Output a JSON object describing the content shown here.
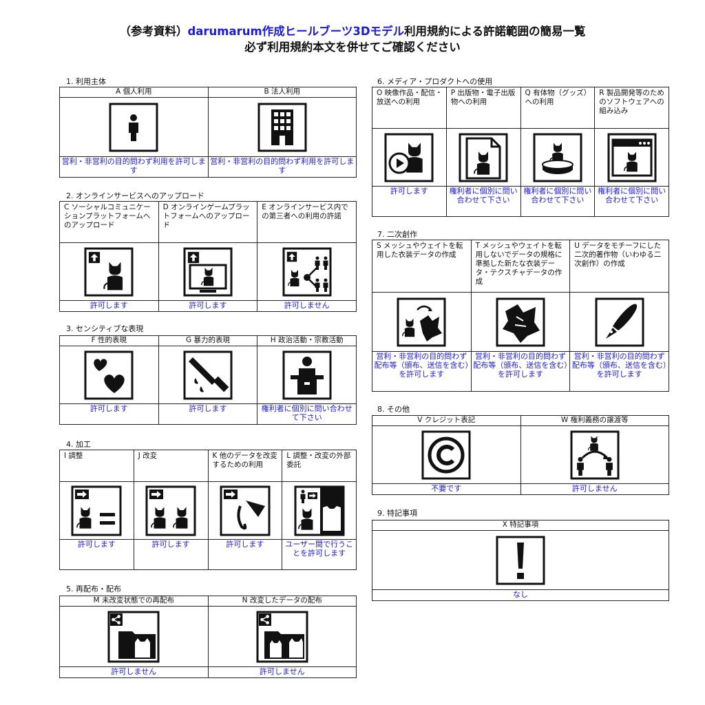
{
  "title": {
    "prefix": "（参考資料）",
    "highlight": "darumarum作成ヒールブーツ3Dモデル",
    "suffix": "利用規約による許諾範囲の簡易一覧",
    "line2": "必ず利用規約本文を併せてご確認ください"
  },
  "colors": {
    "result_text": "#1a1adf",
    "border": "#222222"
  },
  "sections": {
    "s1": {
      "title": "1. 利用主体",
      "items": [
        {
          "label": "A 個人利用",
          "icon": "person-icon",
          "result": "営利・非営利の目的問わず利用を許可します"
        },
        {
          "label": "B 法人利用",
          "icon": "building-icon",
          "result": "営利・非営利の目的問わず利用を許可します"
        }
      ]
    },
    "s2": {
      "title": "2. オンラインサービスへのアップロード",
      "items": [
        {
          "label": "C ソーシャルコミュニケーションプラットフォームへのアップロード",
          "icon": "upload-cat-icon",
          "result": "許可します"
        },
        {
          "label": "D オンラインゲームプラットフォームへのアップロード",
          "icon": "upload-monitor-icon",
          "result": "許可します"
        },
        {
          "label": "E オンラインサービス内での第三者への利用の許諾",
          "icon": "share-users-icon",
          "result": "許可しません"
        }
      ]
    },
    "s3": {
      "title": "3. センシティブな表現",
      "items": [
        {
          "label": "F 性的表現",
          "icon": "hearts-icon",
          "result": "許可します"
        },
        {
          "label": "G 暴力的表現",
          "icon": "knife-icon",
          "result": "許可します"
        },
        {
          "label": "H 政治活動・宗教活動",
          "icon": "podium-icon",
          "result": "権利者に個別に問い合わせて下さい"
        }
      ]
    },
    "s4": {
      "title": "4. 加工",
      "items": [
        {
          "label": "I 調整",
          "icon": "adjust-icon",
          "result": "許可します"
        },
        {
          "label": "J 改変",
          "icon": "modify-icon",
          "result": "許可します"
        },
        {
          "label": "K 他のデータを改変するための利用",
          "icon": "reuse-icon",
          "result": "許可します"
        },
        {
          "label": "L 調整・改変の外部委託",
          "icon": "outsource-icon",
          "result": "ユーザー間で行うことを許可します"
        }
      ]
    },
    "s5": {
      "title": "5. 再配布・配布",
      "items": [
        {
          "label": "M 未改変状態での再配布",
          "icon": "redistribute-icon",
          "result": "許可しません"
        },
        {
          "label": "N 改変したデータの配布",
          "icon": "distribute-modified-icon",
          "result": "許可しません"
        }
      ]
    },
    "s6": {
      "title": "6. メディア・プロダクトへの使用",
      "items": [
        {
          "label": "O 映像作品・配信・放送への利用",
          "icon": "video-icon",
          "result": "許可します"
        },
        {
          "label": "P 出版物・電子出版物への利用",
          "icon": "publication-icon",
          "result": "権利者に個別に問い合わせて下さい"
        },
        {
          "label": "Q 有体物（グッズ）への利用",
          "icon": "goods-icon",
          "result": "権利者に個別に問い合わせて下さい"
        },
        {
          "label": "R 製品開発等のためのソフトウェアへの組み込み",
          "icon": "software-icon",
          "result": "権利者に個別に問い合わせて下さい"
        }
      ]
    },
    "s7": {
      "title": "7. 二次創作",
      "items": [
        {
          "label": "S メッシュやウェイトを転用した衣装データの作成",
          "icon": "costume-transfer-icon",
          "result": "営利・非営利の目的問わず配布等（頒布、送信を含む）を許可します"
        },
        {
          "label": "T メッシュやウェイトを転用しないでデータの規格に準拠した新たな衣装データ・テクスチャデータの作成",
          "icon": "costume-icon",
          "result": "営利・非営利の目的問わず配布等（頒布、送信を含む）を許可します"
        },
        {
          "label": "U データをモチーフにした二次的著作物（いわゆる二次創作）の作成",
          "icon": "pen-icon",
          "result": "営利・非営利の目的問わず配布等（頒布、送信を含む）を許可します"
        }
      ]
    },
    "s8": {
      "title": "8. その他",
      "items": [
        {
          "label": "V クレジット表記",
          "icon": "copyright-icon",
          "result": "不要です"
        },
        {
          "label": "W 権利義務の譲渡等",
          "icon": "transfer-rights-icon",
          "result": "許可しません"
        }
      ]
    },
    "s9": {
      "title": "9. 特記事項",
      "items": [
        {
          "label": "X 特記事項",
          "icon": "exclamation-icon",
          "result": "なし"
        }
      ]
    }
  }
}
